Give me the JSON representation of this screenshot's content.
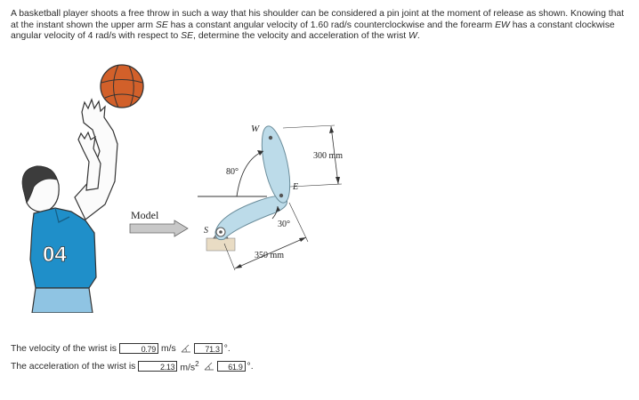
{
  "problem": {
    "text_part1": "A basketball player shoots a free throw in such a way that his shoulder can be considered a pin joint at the moment of release as shown. Knowing that at the instant shown the upper arm ",
    "se_1": "SE",
    "text_part2": " has a constant angular velocity of 1.60 rad/s counterclockwise and the forearm ",
    "ew": "EW",
    "text_part3": " has a constant clockwise angular velocity of 4 rad/s with respect to ",
    "se_2": "SE",
    "text_part4": ", determine the velocity and acceleration of the wrist ",
    "w": "W",
    "text_part5": "."
  },
  "figure": {
    "model_label": "Model",
    "point_w": "W",
    "point_e": "E",
    "point_s": "S",
    "angle_80": "80°",
    "angle_30": "30°",
    "len_300": "300 mm",
    "len_350": "350 mm",
    "jersey_number": "04",
    "colors": {
      "jersey": "#1f8fc9",
      "ball": "#d2602a",
      "links": "#bcdbe9",
      "skin": "#fbfbfb"
    }
  },
  "velocity": {
    "label": "The velocity of the wrist is",
    "value": "0.79",
    "unit": "m/s",
    "direction_icon": "angle-arrow-icon",
    "angle": "71.3",
    "deg": "°."
  },
  "acceleration": {
    "label": "The acceleration of the wrist is",
    "value": "2.13",
    "unit": "m/s",
    "unit_sup": "2",
    "direction_icon": "angle-arrow-icon",
    "angle": "61.9",
    "deg": "°."
  }
}
